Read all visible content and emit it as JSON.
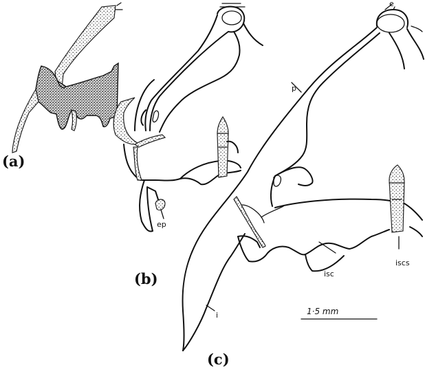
{
  "figure": {
    "panels": [
      {
        "id": "a",
        "label": "(a)"
      },
      {
        "id": "b",
        "label": "(b)"
      },
      {
        "id": "c",
        "label": "(c)"
      }
    ],
    "labels": {
      "e": "e",
      "p": "p",
      "ep": "ep",
      "isc": "isc",
      "iscs": "iscs",
      "i": "i"
    },
    "scale_bar": "1·5 mm"
  }
}
